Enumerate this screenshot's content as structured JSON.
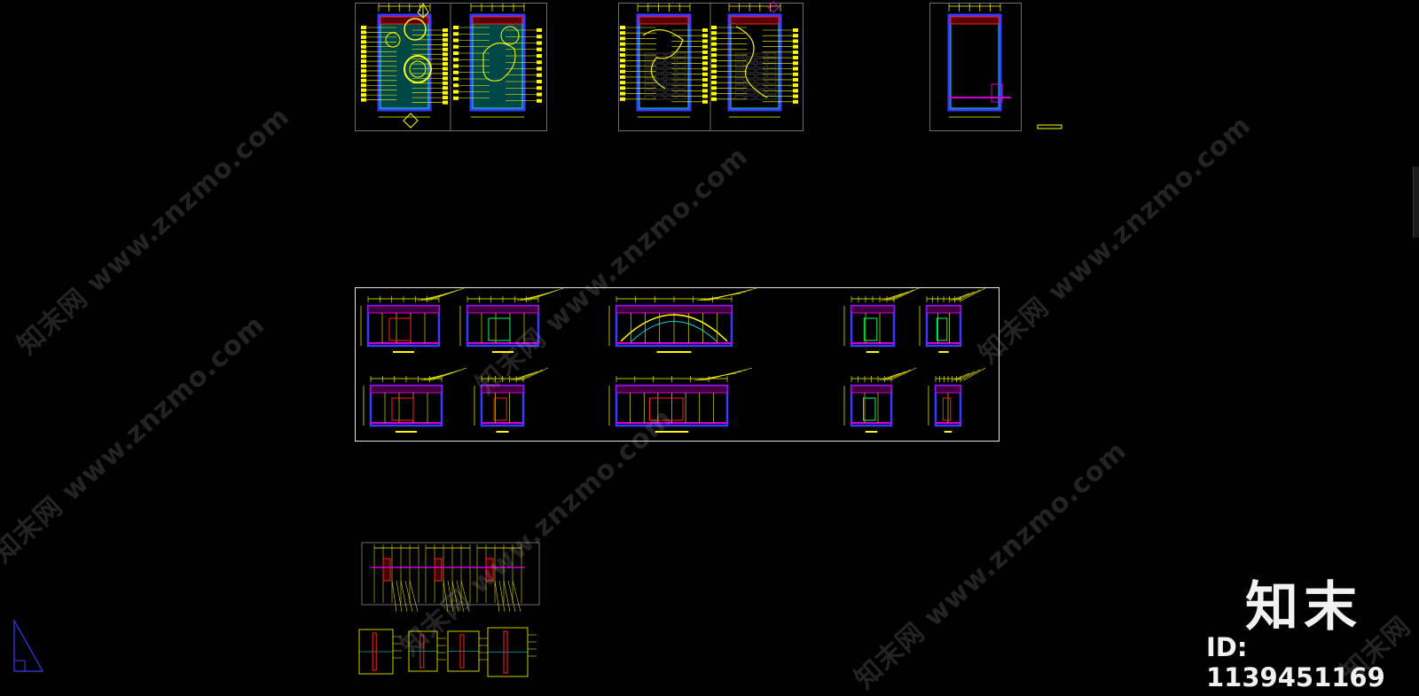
{
  "watermark": {
    "cn": "知末网",
    "url": "www.znzmo.com"
  },
  "brand": {
    "logo_text": "知末",
    "id_label": "ID: 1139451169"
  },
  "colors": {
    "background": "#000000",
    "frame": "#ffffff",
    "line_yellow": "#ffff00",
    "line_cyan": "#00ffff",
    "line_blue": "#3a3aff",
    "line_magenta": "#d000d0",
    "line_red": "#ff2020",
    "line_green": "#00ff60",
    "teal_fill": "#004848"
  },
  "icons": {
    "ucs": "ucs-triangle-icon",
    "side_panel": "side-panel-tab-icon"
  }
}
